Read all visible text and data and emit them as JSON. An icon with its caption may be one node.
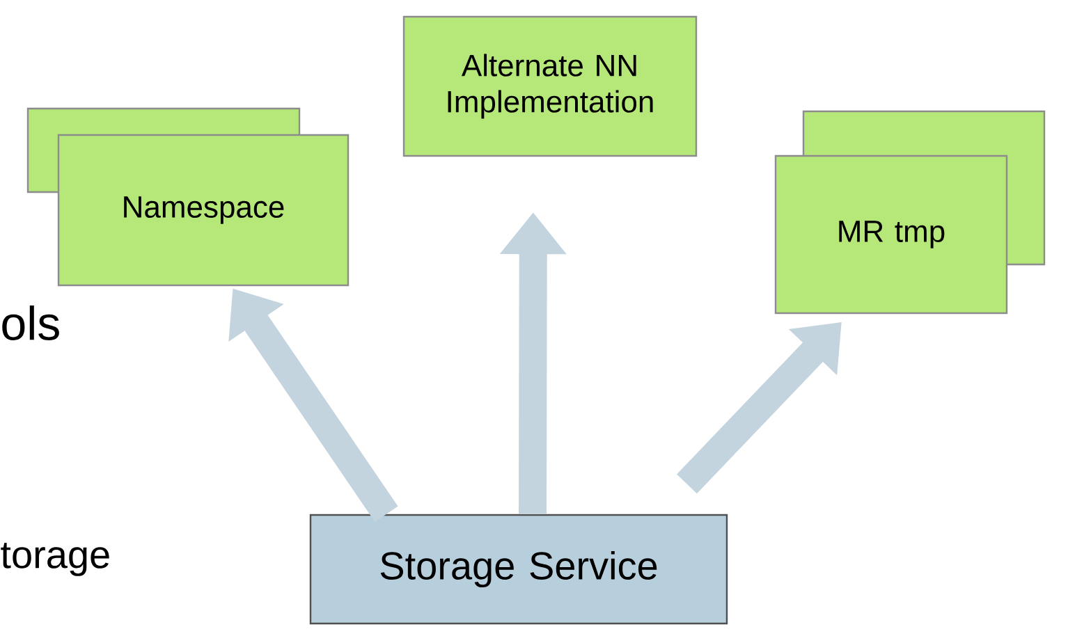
{
  "diagram": {
    "nodes": [
      {
        "text": [],
        "shape": "box"
      },
      {
        "text": [
          "Namespace"
        ]
      },
      {
        "text": [
          "Alternate NN Implementation"
        ]
      },
      {
        "text": [],
        "shape": "box"
      },
      {
        "text": [
          "MR tmp"
        ]
      },
      {
        "text": [
          "Storage Service"
        ]
      }
    ],
    "edges": [
      {
        "from": 5,
        "to": 1,
        "arrow": "to"
      },
      {
        "from": 5,
        "to": 2,
        "arrow": "to"
      },
      {
        "from": 5,
        "to": 4,
        "arrow": "to"
      }
    ],
    "labels": [
      "ols",
      "torage"
    ]
  }
}
